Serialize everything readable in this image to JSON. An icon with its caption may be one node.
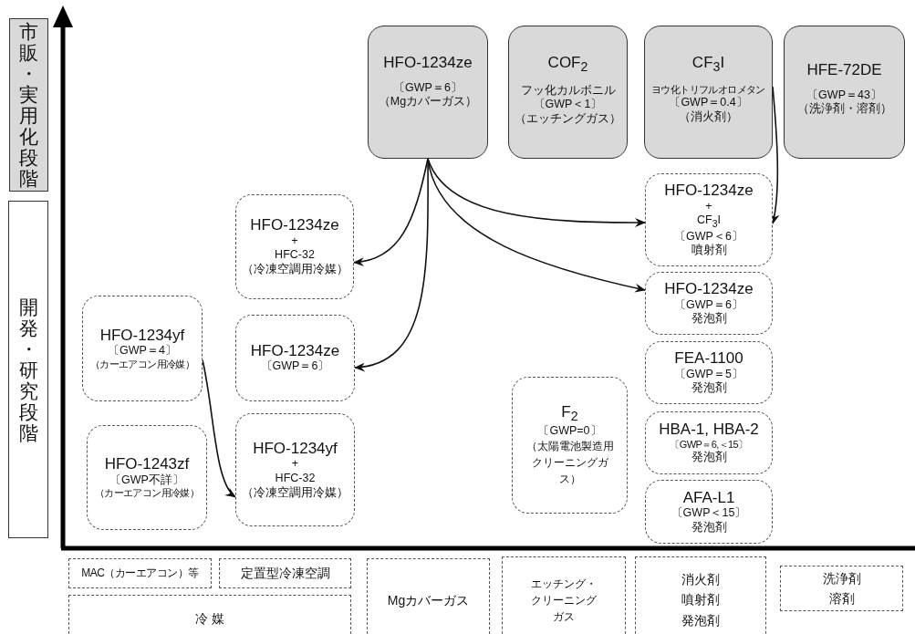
{
  "diagram": {
    "nodes": [
      {
        "text": [
          "HFO-1234ze",
          "〔GWP＝6〕",
          "（Mgカバーガス）"
        ]
      },
      {
        "text": [
          "COF$_{2}$",
          "フッ化カルボニル",
          "〔GWP＜1〕",
          "（エッチングガス）"
        ]
      },
      {
        "text": [
          "CF$_{3}$I",
          "ヨウ化トリフルオロメタン",
          "〔GWP＝0.4〕",
          "（消火剤）"
        ]
      },
      {
        "text": [
          "HFE-72DE",
          "〔GWP＝43〕",
          "（洗浄剤・溶剤）"
        ]
      },
      {
        "text": [
          "HFO-1234ze",
          "+",
          "HFC-32",
          "（冷凍空調用冷媒）"
        ]
      },
      {
        "text": [
          "HFO-1234ze",
          "+",
          "CF$_{3}$I",
          "〔GWP＜6〕",
          "噴射剤"
        ]
      },
      {
        "text": [
          "HFO-1234ze",
          "〔GWP＝6〕",
          "発泡剤"
        ]
      },
      {
        "text": [
          "HFO-1234yf",
          "〔GWP＝4〕",
          "（カーエアコン用冷媒）"
        ]
      },
      {
        "text": [
          "HFO-1234ze",
          "〔GWP＝6〕"
        ]
      },
      {
        "text": [
          "FEA-1100",
          "〔GWP＝5〕",
          "発泡剤"
        ]
      },
      {
        "text": [
          "F$_{2}$",
          "〔GWP=0〕",
          "（太陽電池製造用クリーニングガス）"
        ]
      },
      {
        "text": [
          "HBA-1, HBA-2",
          "〔GWP＝6,＜15〕",
          "発泡剤"
        ]
      },
      {
        "text": [
          "HFO-1243zf",
          "〔GWP不詳〕",
          "（カーエアコン用冷媒）"
        ]
      },
      {
        "text": [
          "HFO-1234yf",
          "+",
          "HFC-32",
          "（冷凍空調用冷媒）"
        ]
      },
      {
        "text": [
          "AFA-L1",
          "〔GWP＜15〕",
          "発泡剤"
        ]
      },
      {
        "text": [
          "MAC（カーエアコン）等"
        ]
      },
      {
        "text": [
          "定置型冷凍空調"
        ]
      },
      {
        "text": [
          "冷 媒"
        ]
      },
      {
        "text": [
          "Mgカバーガス"
        ]
      },
      {
        "text": [
          "エッチング・クリーニングガス"
        ]
      },
      {
        "text": [
          "消火剤",
          "噴射剤",
          "発泡剤"
        ]
      },
      {
        "text": [
          "洗浄剤",
          "溶剤"
        ]
      },
      {
        "text": [
          "市販・実用化段階"
        ]
      },
      {
        "text": [
          "開発・研究段階"
        ]
      }
    ],
    "edges": [
      {
        "from": 0,
        "to": 4,
        "arrow": "to"
      },
      {
        "from": 0,
        "to": 8,
        "arrow": "to"
      },
      {
        "from": 0,
        "to": 5,
        "arrow": "to"
      },
      {
        "from": 0,
        "to": 6,
        "arrow": "to"
      },
      {
        "from": 2,
        "to": 5,
        "arrow": "to"
      },
      {
        "from": 7,
        "to": 13,
        "arrow": "to"
      }
    ]
  }
}
